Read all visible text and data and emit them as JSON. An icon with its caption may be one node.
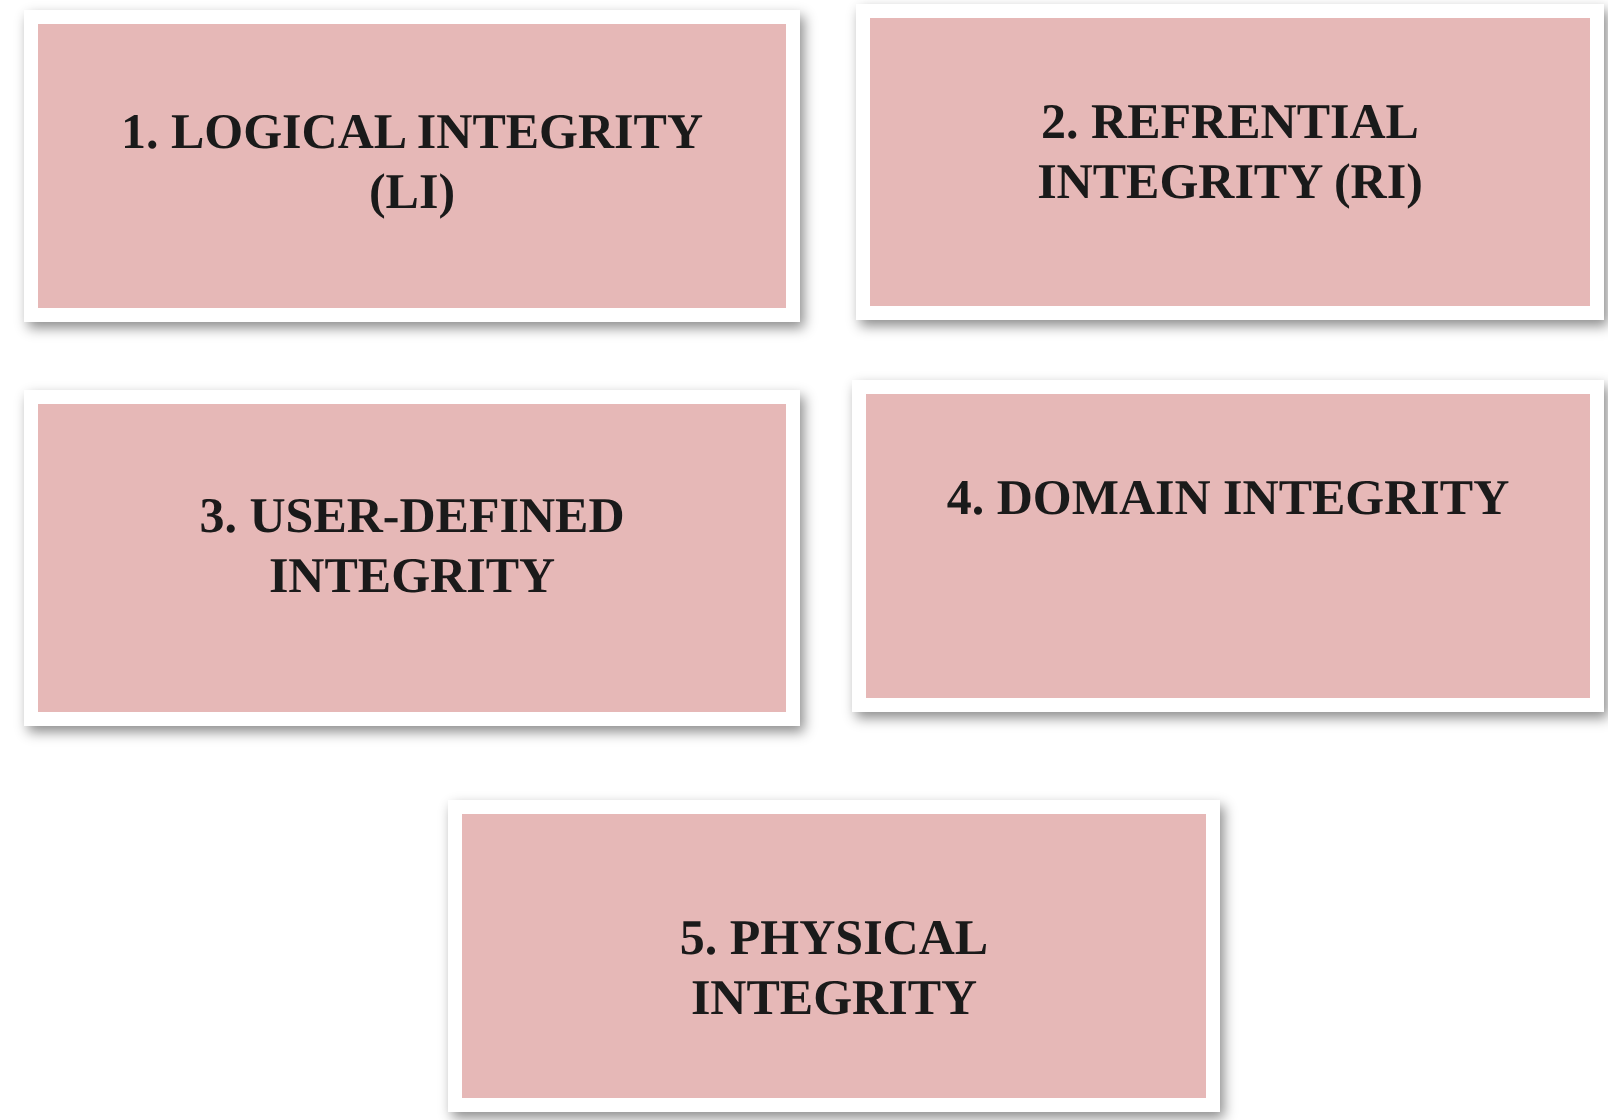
{
  "diagram": {
    "nodes": [
      {
        "text": [
          "1. LOGICAL INTEGRITY (LI)"
        ]
      },
      {
        "text": [
          "2. REFRENTIAL INTEGRITY (RI)"
        ]
      },
      {
        "text": [
          "3. USER-DEFINED INTEGRITY"
        ]
      },
      {
        "text": [
          "4. DOMAIN INTEGRITY"
        ]
      },
      {
        "text": [
          "5. PHYSICAL INTEGRITY"
        ]
      }
    ]
  }
}
